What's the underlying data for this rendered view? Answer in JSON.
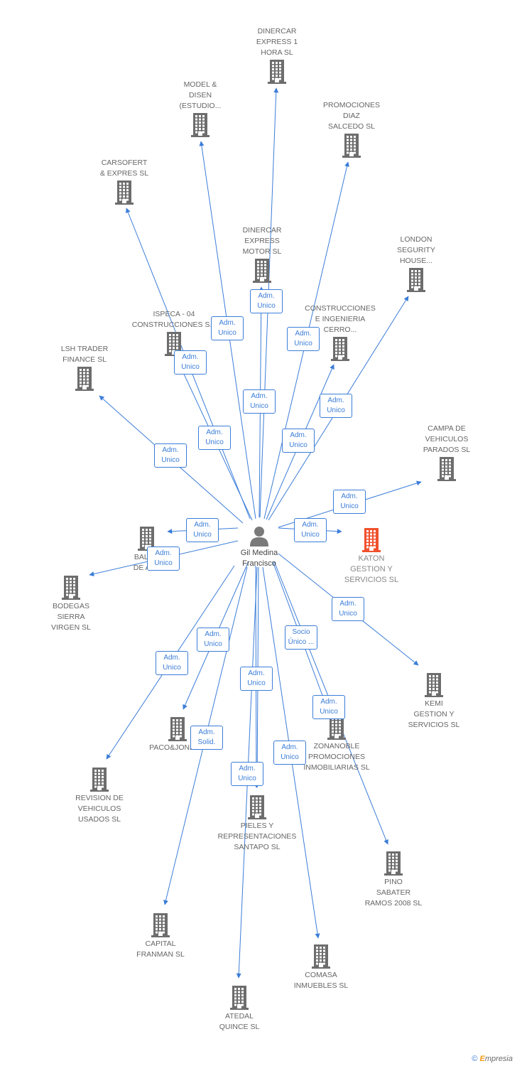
{
  "center": {
    "name_lines": [
      "Gil Medina",
      "Francisco"
    ]
  },
  "companies": [
    {
      "id": "dinercar1",
      "lines": [
        "DINERCAR",
        "EXPRESS 1",
        "HORA SL"
      ]
    },
    {
      "id": "model",
      "lines": [
        "MODEL &",
        "DISEN",
        "(ESTUDIO..."
      ]
    },
    {
      "id": "promociones",
      "lines": [
        "PROMOCIONES",
        "DIAZ",
        "SALCEDO SL"
      ]
    },
    {
      "id": "carsofert",
      "lines": [
        "CARSOFERT",
        "& EXPRES SL"
      ]
    },
    {
      "id": "dinercarm",
      "lines": [
        "DINERCAR",
        "EXPRESS",
        "MOTOR SL"
      ]
    },
    {
      "id": "london",
      "lines": [
        "LONDON",
        "SEGURITY",
        "HOUSE..."
      ]
    },
    {
      "id": "construcciones",
      "lines": [
        "CONSTRUCCIONES",
        "E INGENIERIA",
        "CERRO..."
      ]
    },
    {
      "id": "ispeca",
      "lines": [
        "ISPECA -  04",
        "CONSTRUCCIONES S..."
      ]
    },
    {
      "id": "lsh",
      "lines": [
        "LSH TRADER",
        "FINANCE SL"
      ]
    },
    {
      "id": "campa",
      "lines": [
        "CAMPA DE",
        "VEHICULOS",
        "PARADOS SL"
      ]
    },
    {
      "id": "katon",
      "lines": [
        "KATON",
        "GESTION Y",
        "SERVICIOS SL"
      ]
    },
    {
      "id": "balc",
      "lines": [
        "BALC...",
        "DE AL..."
      ]
    },
    {
      "id": "bodegas",
      "lines": [
        "BODEGAS",
        "SIERRA",
        "VIRGEN SL"
      ]
    },
    {
      "id": "kemi",
      "lines": [
        "KEMI",
        "GESTION Y",
        "SERVICIOS SL"
      ]
    },
    {
      "id": "paco",
      "lines": [
        "PACO&JONES..."
      ]
    },
    {
      "id": "zonanoble",
      "lines": [
        "ZONANOBLE",
        "PROMOCIONES",
        "INMOBILIARIAS SL"
      ]
    },
    {
      "id": "revision",
      "lines": [
        "REVISION DE",
        "VEHICULOS",
        "USADOS SL"
      ]
    },
    {
      "id": "pieles",
      "lines": [
        "PIELES Y",
        "REPRESENTACIONES",
        "SANTAPO  SL"
      ]
    },
    {
      "id": "pino",
      "lines": [
        "PINO",
        "SABATER",
        "RAMOS 2008 SL"
      ]
    },
    {
      "id": "capital",
      "lines": [
        "CAPITAL",
        "FRANMAN SL"
      ]
    },
    {
      "id": "comasa",
      "lines": [
        "COMASA",
        "INMUEBLES SL"
      ]
    },
    {
      "id": "atedal",
      "lines": [
        "ATEDAL",
        "QUINCE SL"
      ]
    }
  ],
  "relations": [
    {
      "to": "dinercar1",
      "lines": [
        "Adm.",
        "Unico"
      ]
    },
    {
      "to": "model",
      "lines": [
        "Adm.",
        "Unico"
      ]
    },
    {
      "to": "promociones",
      "lines": [
        "Adm.",
        "Unico"
      ]
    },
    {
      "to": "carsofert",
      "lines": [
        "Adm.",
        "Unico"
      ]
    },
    {
      "to": "dinercarm",
      "lines": [
        "Adm.",
        "Unico"
      ]
    },
    {
      "to": "london",
      "lines": [
        "Adm.",
        "Unico"
      ]
    },
    {
      "to": "construcciones",
      "lines": [
        "Adm.",
        "Unico"
      ]
    },
    {
      "to": "ispeca",
      "lines": [
        "Adm.",
        "Unico"
      ]
    },
    {
      "to": "lsh",
      "lines": [
        "Adm.",
        "Unico"
      ]
    },
    {
      "to": "campa",
      "lines": [
        "Adm.",
        "Unico"
      ]
    },
    {
      "to": "katon",
      "lines": [
        "Adm.",
        "Unico"
      ]
    },
    {
      "to": "balc",
      "lines": [
        "Adm.",
        "Unico"
      ]
    },
    {
      "to": "bodegas",
      "lines": [
        "Adm.",
        "Unico"
      ]
    },
    {
      "to": "kemi",
      "lines": [
        "Adm.",
        "Unico"
      ]
    },
    {
      "to": "paco",
      "lines": [
        "Adm.",
        "Unico"
      ]
    },
    {
      "to": "zonanoble",
      "lines": [
        "Socio",
        "Único ..."
      ]
    },
    {
      "to": "pino",
      "lines": [
        "Adm.",
        "Unico"
      ]
    },
    {
      "to": "revision",
      "lines": [
        "Adm.",
        "Unico"
      ]
    },
    {
      "to": "pieles",
      "lines": [
        "Adm.",
        "Unico"
      ]
    },
    {
      "to": "pieles",
      "lines": [
        "Adm.",
        "Unico"
      ]
    },
    {
      "to": "capital",
      "lines": [
        "Adm.",
        "Solid."
      ]
    },
    {
      "to": "comasa",
      "lines": [
        "Adm.",
        "Unico"
      ]
    }
  ],
  "colors": {
    "edge": "#3b7dd8",
    "building": "#6d6d6d",
    "building_focus": "#f0502d",
    "person": "#7a7a7a"
  },
  "icons": {
    "company": "building-icon",
    "person": "person-icon"
  },
  "footer": {
    "copyright": "©",
    "brand_initial": "E",
    "brand_rest": "mpresia"
  }
}
